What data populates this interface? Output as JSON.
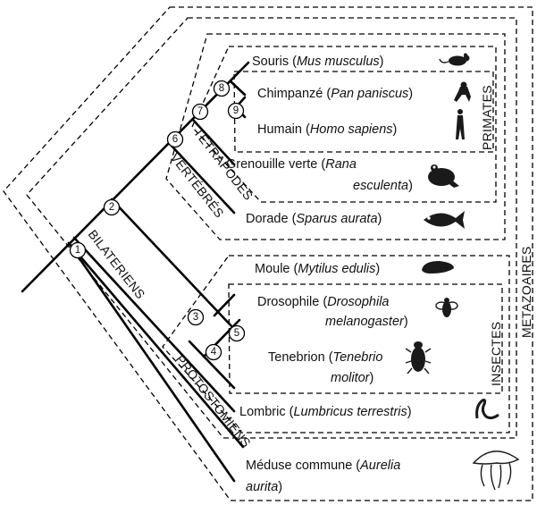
{
  "taxa": {
    "souris": {
      "common": "Souris",
      "sp_open": " (",
      "species": "Mus musculus",
      "sp_close": ")"
    },
    "chimpanze": {
      "common": "Chimpanzé",
      "sp_open": " (",
      "species": "Pan paniscus",
      "sp_close": ")"
    },
    "humain": {
      "common": "Humain",
      "sp_open": " (",
      "species": "Homo sapiens",
      "sp_close": ")"
    },
    "grenouille": {
      "common": "Grenouille verte",
      "sp_open": " (",
      "species": "Rana",
      "species2": "esculenta",
      "sp_close": ")"
    },
    "dorade": {
      "common": "Dorade",
      "sp_open": " (",
      "species": "Sparus aurata",
      "sp_close": ")"
    },
    "moule": {
      "common": "Moule",
      "sp_open": " (",
      "species": "Mytilus edulis",
      "sp_close": ")"
    },
    "drosophile": {
      "common": "Drosophile",
      "sp_open": " (",
      "species": "Drosophila",
      "species2": "melanogaster",
      "sp_close": ")"
    },
    "tenebrion": {
      "common": "Tenebrion",
      "sp_open": " (",
      "species": "Tenebrio",
      "species2": "molitor",
      "sp_close": ")"
    },
    "lombric": {
      "common": "Lombric",
      "sp_open": " (",
      "species": "Lumbricus terrestris",
      "sp_close": ")"
    },
    "meduse": {
      "common": "Méduse commune",
      "sp_open": " (",
      "species": "Aurelia",
      "species2": "aurita",
      "sp_close": ")"
    }
  },
  "groups": {
    "bilateriens": "BILATERIENS",
    "protostomiens": "PROTOSTOMIENS",
    "vertebres": "VERTÉBRÉS",
    "tetrapodes": "TÉTRAPODES",
    "primates": "PRIMATES",
    "insectes": "INSECTES",
    "metazoaires": "METAZOAIRES"
  },
  "nodes": [
    "1",
    "2",
    "3",
    "4",
    "5",
    "6",
    "7",
    "8",
    "9"
  ],
  "icons": {
    "souris": "mouse-icon",
    "chimpanze": "chimpanzee-icon",
    "humain": "human-icon",
    "grenouille": "frog-icon",
    "dorade": "fish-icon",
    "moule": "mussel-icon",
    "drosophile": "fly-icon",
    "tenebrion": "beetle-icon",
    "lombric": "worm-icon",
    "meduse": "jellyfish-icon"
  }
}
